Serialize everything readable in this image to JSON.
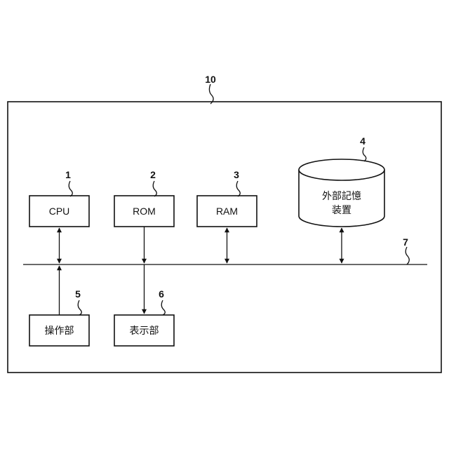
{
  "system": {
    "ref": "10"
  },
  "bus": {
    "ref": "7"
  },
  "components": {
    "cpu": {
      "ref": "1",
      "label": "CPU"
    },
    "rom": {
      "ref": "2",
      "label": "ROM"
    },
    "ram": {
      "ref": "3",
      "label": "RAM"
    },
    "storage": {
      "ref": "4",
      "label_line1": "外部記憶",
      "label_line2": "装置"
    },
    "operation": {
      "ref": "5",
      "label": "操作部"
    },
    "display": {
      "ref": "6",
      "label": "表示部"
    }
  }
}
